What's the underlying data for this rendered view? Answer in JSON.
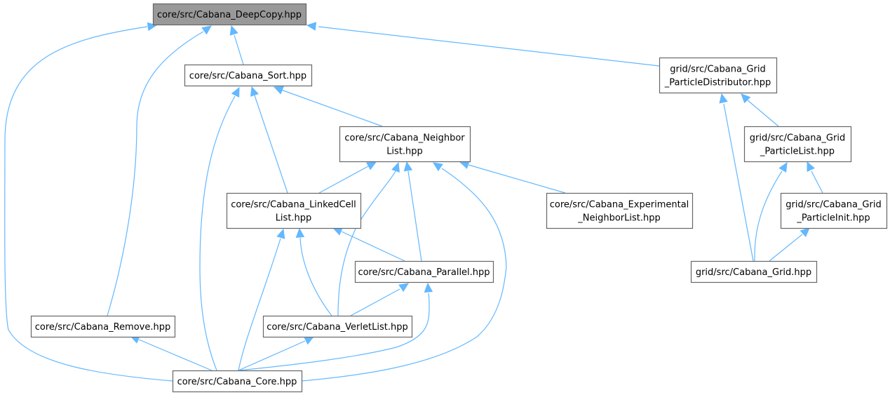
{
  "diagram": {
    "type": "include-dependency-graph",
    "colors": {
      "edge": "#63b8ff",
      "node_border": "#666666",
      "root_fill": "#999999",
      "node_fill": "#ffffff"
    },
    "nodes": [
      {
        "id": "deepcopy",
        "lines": [
          "core/src/Cabana_DeepCopy.hpp"
        ],
        "highlight": true
      },
      {
        "id": "sort",
        "lines": [
          "core/src/Cabana_Sort.hpp"
        ]
      },
      {
        "id": "grid_pd",
        "lines": [
          "grid/src/Cabana_Grid",
          "_ParticleDistributor.hpp"
        ]
      },
      {
        "id": "neighborlist",
        "lines": [
          "core/src/Cabana_Neighbor",
          "List.hpp"
        ]
      },
      {
        "id": "grid_pl",
        "lines": [
          "grid/src/Cabana_Grid",
          "_ParticleList.hpp"
        ]
      },
      {
        "id": "linkedcell",
        "lines": [
          "core/src/Cabana_LinkedCell",
          "List.hpp"
        ]
      },
      {
        "id": "experimental",
        "lines": [
          "core/src/Cabana_Experimental",
          "_NeighborList.hpp"
        ]
      },
      {
        "id": "grid_pi",
        "lines": [
          "grid/src/Cabana_Grid",
          "_ParticleInit.hpp"
        ]
      },
      {
        "id": "parallel",
        "lines": [
          "core/src/Cabana_Parallel.hpp"
        ]
      },
      {
        "id": "grid",
        "lines": [
          "grid/src/Cabana_Grid.hpp"
        ]
      },
      {
        "id": "remove",
        "lines": [
          "core/src/Cabana_Remove.hpp"
        ]
      },
      {
        "id": "verlet",
        "lines": [
          "core/src/Cabana_VerletList.hpp"
        ]
      },
      {
        "id": "core",
        "lines": [
          "core/src/Cabana_Core.hpp"
        ]
      }
    ],
    "edges": [
      {
        "from": "sort",
        "to": "deepcopy"
      },
      {
        "from": "grid_pd",
        "to": "deepcopy"
      },
      {
        "from": "remove",
        "to": "deepcopy"
      },
      {
        "from": "core",
        "to": "deepcopy"
      },
      {
        "from": "neighborlist",
        "to": "sort"
      },
      {
        "from": "linkedcell",
        "to": "sort"
      },
      {
        "from": "core",
        "to": "sort"
      },
      {
        "from": "grid_pl",
        "to": "grid_pd"
      },
      {
        "from": "grid",
        "to": "grid_pd"
      },
      {
        "from": "linkedcell",
        "to": "neighborlist"
      },
      {
        "from": "experimental",
        "to": "neighborlist"
      },
      {
        "from": "parallel",
        "to": "neighborlist"
      },
      {
        "from": "verlet",
        "to": "neighborlist"
      },
      {
        "from": "core",
        "to": "neighborlist"
      },
      {
        "from": "grid_pi",
        "to": "grid_pl"
      },
      {
        "from": "grid",
        "to": "grid_pl"
      },
      {
        "from": "parallel",
        "to": "linkedcell"
      },
      {
        "from": "verlet",
        "to": "linkedcell"
      },
      {
        "from": "core",
        "to": "linkedcell"
      },
      {
        "from": "grid",
        "to": "grid_pi"
      },
      {
        "from": "verlet",
        "to": "parallel"
      },
      {
        "from": "core",
        "to": "parallel"
      },
      {
        "from": "core",
        "to": "remove"
      },
      {
        "from": "core",
        "to": "verlet"
      }
    ]
  }
}
